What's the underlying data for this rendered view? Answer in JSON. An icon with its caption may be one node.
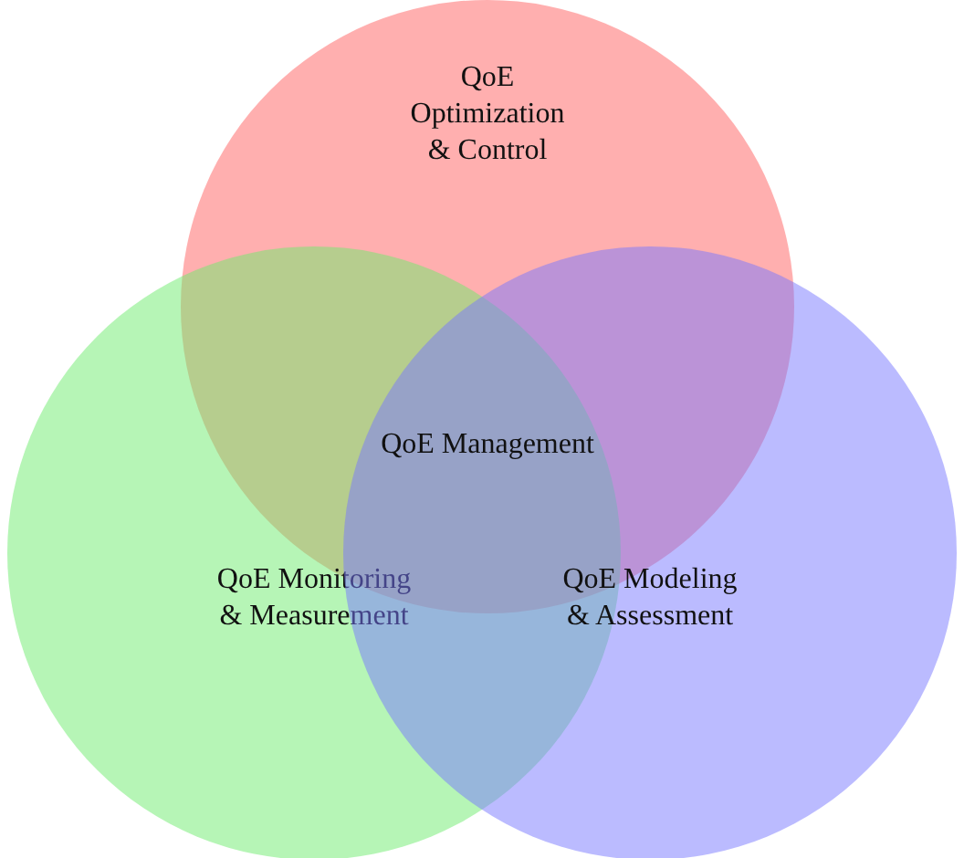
{
  "diagram": {
    "nodes": [
      {
        "text": [
          "QoE Optimization & Control"
        ]
      },
      {
        "text": [
          "QoE Monitoring & Measurement"
        ]
      },
      {
        "text": [
          "QoE Modeling & Assessment"
        ]
      }
    ],
    "labels": [
      "QoE Management"
    ]
  }
}
